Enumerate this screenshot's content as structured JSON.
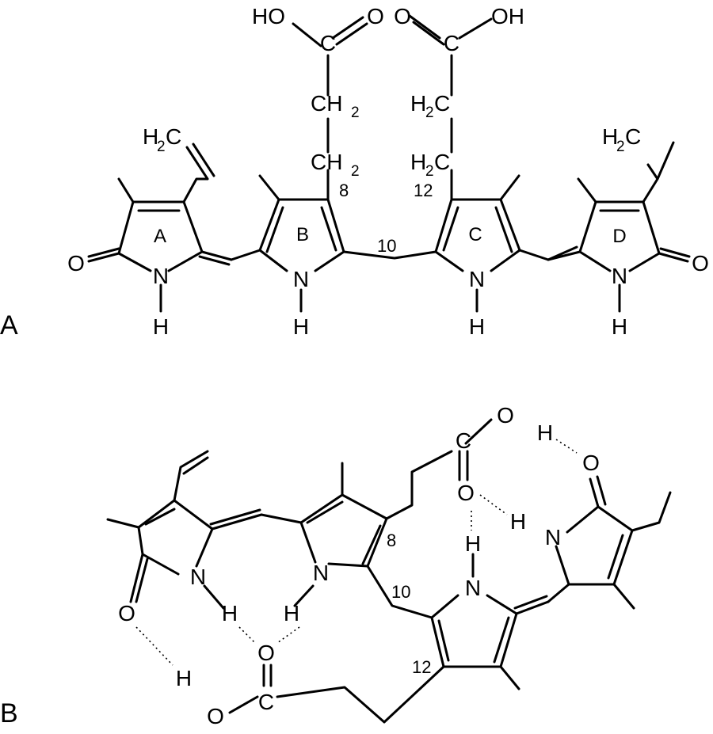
{
  "atoms": {
    "O": "O",
    "H": "H",
    "N": "N",
    "C": "C",
    "HO": "HO",
    "OH": "OH",
    "H2C_main": "H",
    "H2C_tail": "C",
    "CH2_main": "CH",
    "sub2": "2"
  },
  "ring_labels": {
    "a": "A",
    "b": "B",
    "c": "C",
    "d": "D"
  },
  "position_numbers": {
    "p8": "8",
    "p10": "10",
    "p12": "12"
  },
  "panel_labels": {
    "top": "A",
    "bottom": "B"
  }
}
